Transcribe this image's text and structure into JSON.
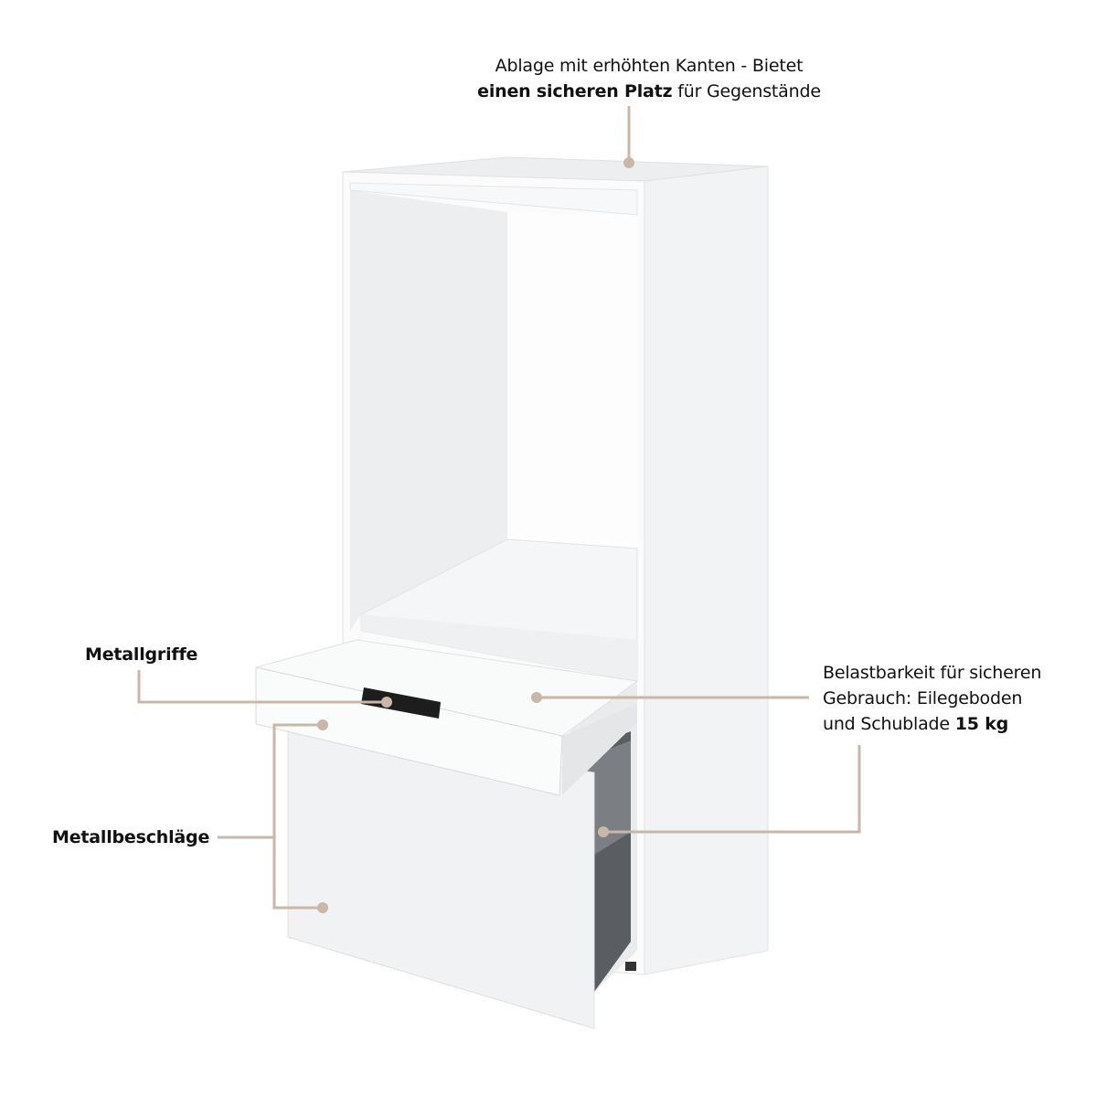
{
  "colors": {
    "callout": "#c9b8a8",
    "panel": "#f4f5f6",
    "shadow": "#e4e6e8",
    "drawer_box": "#55585c",
    "handle": "#1d1d1d"
  },
  "annotations": {
    "top": {
      "line1": "Ablage mit erhöhten Kanten - Bietet",
      "bold": "einen sicheren Platz",
      "rest": " für Gegenstände"
    },
    "handles": {
      "label": "Metallgriffe"
    },
    "fittings": {
      "label": "Metallbeschläge"
    },
    "load": {
      "line1": "Belastbarkeit für sicheren",
      "line2": "Gebrauch: Eilegeboden",
      "line3": "und Schublade ",
      "bold": "15 kg"
    }
  }
}
